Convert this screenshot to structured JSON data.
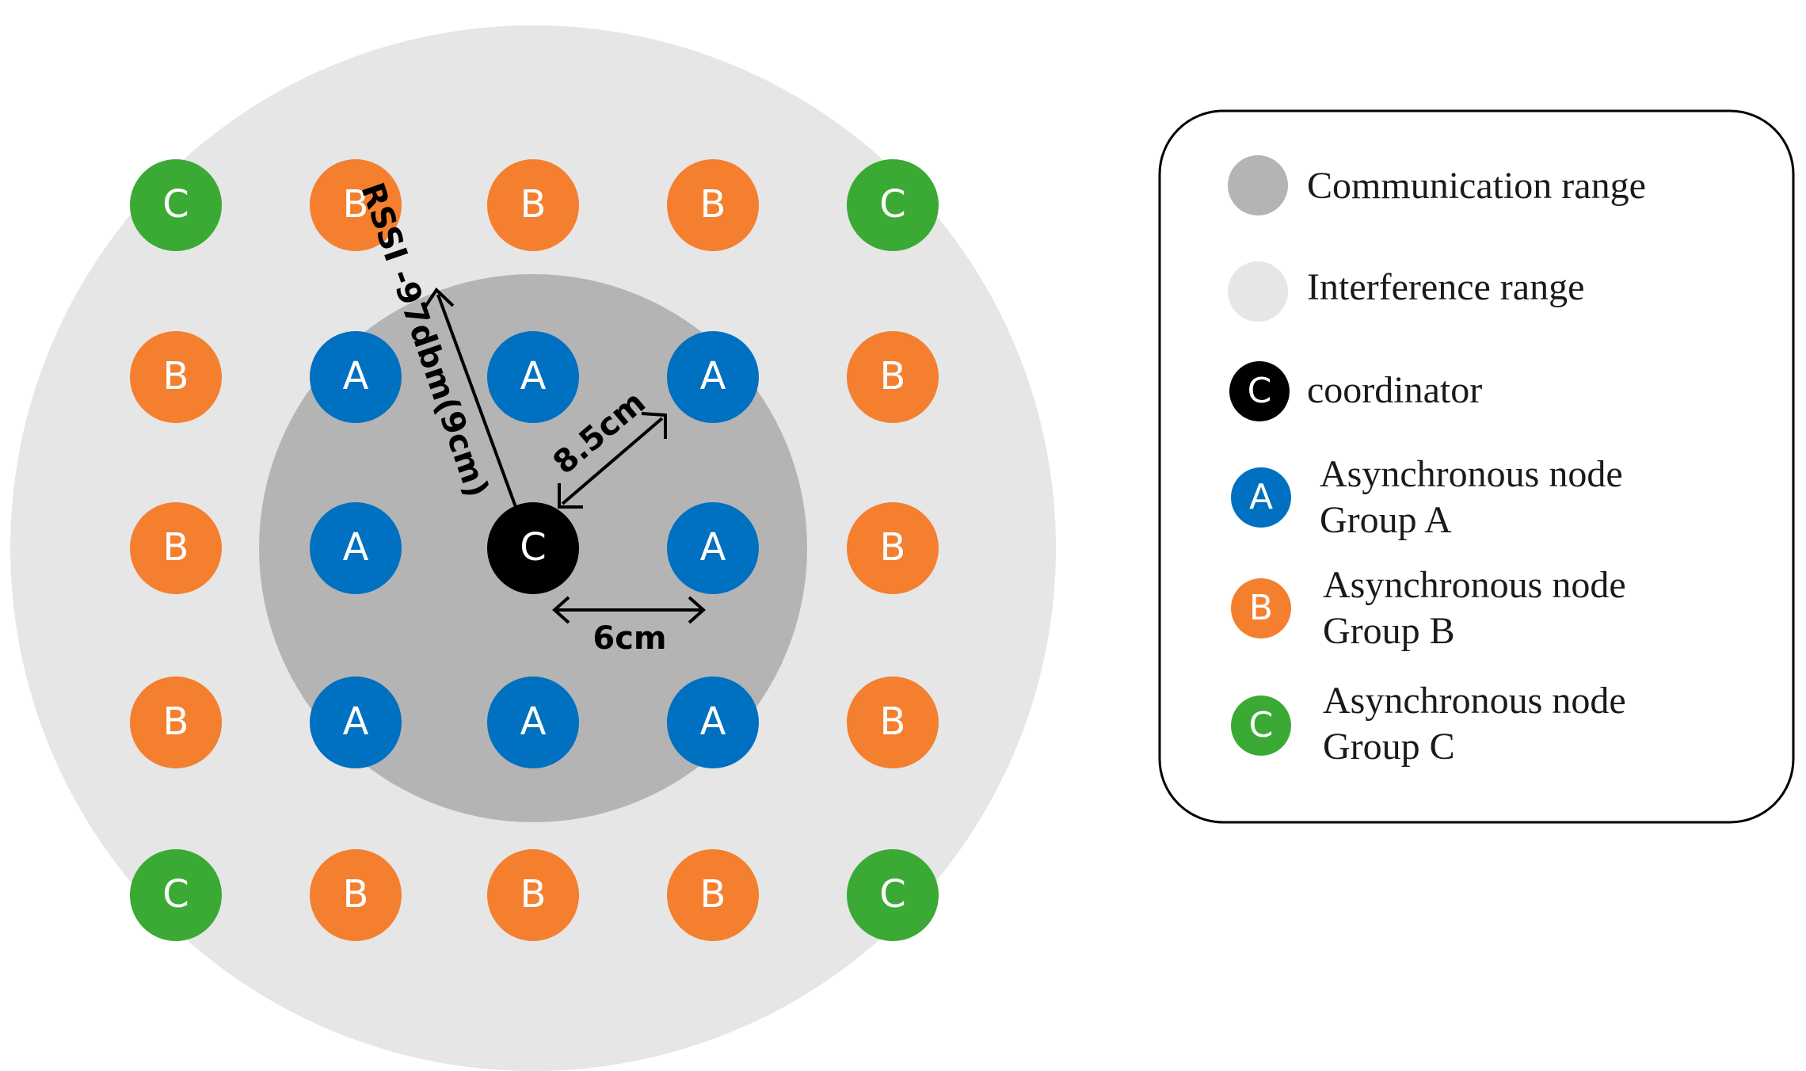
{
  "colors": {
    "interference_range": "#e6e6e6",
    "communication_range": "#b4b4b4",
    "coordinator": "#000000",
    "group_a": "#0070c0",
    "group_b": "#f47f2f",
    "group_c": "#3aaa35",
    "node_text": "#ffffff"
  },
  "nodes": {
    "coordinator": "C",
    "group_a": "A",
    "group_b": "B",
    "group_c": "C"
  },
  "annotations": {
    "rssi": "RSSI -97dbm(9cm)",
    "diagonal": "8.5cm",
    "horizontal": "6cm"
  },
  "legend": {
    "communication_range": "Communication range",
    "interference_range": "Interference range",
    "coordinator_letter": "C",
    "coordinator": "coordinator",
    "group_a_letter": "A",
    "group_a_line1": "Asynchronous node",
    "group_a_line2": "Group A",
    "group_b_letter": "B",
    "group_b_line1": "Asynchronous node",
    "group_b_line2": "Group B",
    "group_c_letter": "C",
    "group_c_line1": "Asynchronous node",
    "group_c_line2": "Group C"
  }
}
